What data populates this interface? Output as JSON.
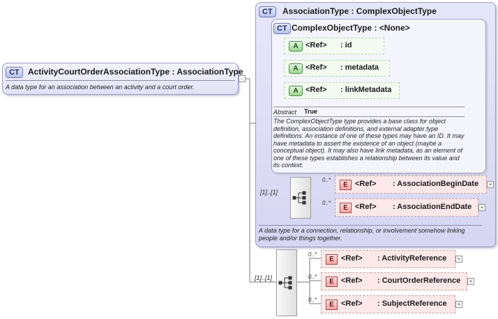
{
  "root": {
    "badge": "CT",
    "title": "ActivityCourtOrderAssociationType : AssociationType",
    "description": "A data type for an association between an activity and a court order."
  },
  "association_type": {
    "badge": "CT",
    "title": "AssociationType : ComplexObjectType",
    "description": "A data type for a connection, relationship, or involvement somehow linking people and/or things together.",
    "multiplicity": "[1]..[1]",
    "elements": [
      {
        "tag": "E",
        "ref": "<Ref>",
        "name": ": AssociationBeginDate",
        "card": "0..*"
      },
      {
        "tag": "E",
        "ref": "<Ref>",
        "name": ": AssociationEndDate",
        "card": "0..*"
      }
    ]
  },
  "complex_object_type": {
    "badge": "CT",
    "title": "ComplexObjectType : <None>",
    "attributes": [
      {
        "tag": "A",
        "ref": "<Ref>",
        "name": ": id"
      },
      {
        "tag": "A",
        "ref": "<Ref>",
        "name": ": metadata"
      },
      {
        "tag": "A",
        "ref": "<Ref>",
        "name": ": linkMetadata"
      }
    ],
    "abstract_label": "Abstract",
    "abstract_value": "True",
    "description": "The ComplexObjectType type provides a base class for object definition, association definitions, and external adapter type definitions. An instance of one of these types may have an ID. It may have metadata to assert the existence of an object (maybe a conceptual object). It may also have link metadata, as an element of one of these types establishes a relationship between its value and its context."
  },
  "root_sequence": {
    "multiplicity": "[1]..[1]",
    "elements": [
      {
        "tag": "E",
        "ref": "<Ref>",
        "name": ": ActivityReference",
        "card": "0..*"
      },
      {
        "tag": "E",
        "ref": "<Ref>",
        "name": ": CourtOrderReference",
        "card": "0..*"
      },
      {
        "tag": "E",
        "ref": "<Ref>",
        "name": ": SubjectReference",
        "card": "0..*"
      }
    ]
  },
  "expand_symbol": "+",
  "collapse_symbol": "-"
}
